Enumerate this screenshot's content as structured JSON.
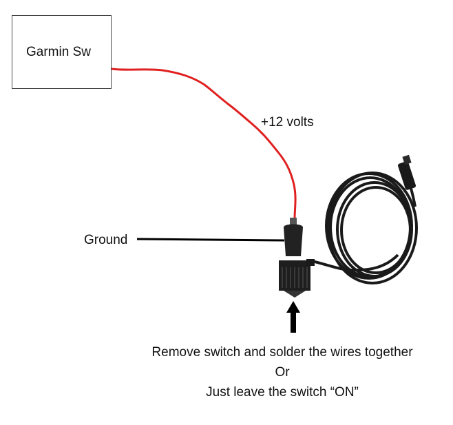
{
  "diagram": {
    "switch_box_label": "Garmin Sw",
    "wire_label_positive": "+12 volts",
    "wire_label_ground": "Ground",
    "note_line_1": "Remove switch and solder the wires together",
    "note_line_2": "Or",
    "note_line_3": "Just leave the switch “ON”",
    "colors": {
      "positive_wire": "#e02020",
      "ground_wire": "#000000",
      "cable": "#1a1a1a",
      "plug": "#222222"
    },
    "icons": [
      "car-power-adapter-icon",
      "up-arrow-icon",
      "coiled-cable-icon"
    ]
  }
}
